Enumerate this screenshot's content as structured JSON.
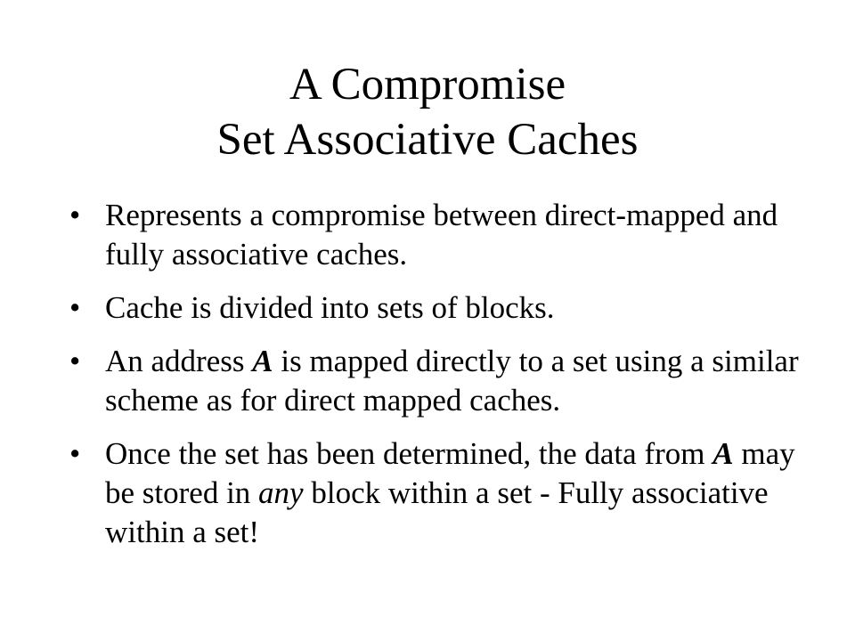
{
  "title": {
    "line1": "A Compromise",
    "line2": "Set Associative Caches"
  },
  "bullet_glyph": "•",
  "bullets": [
    {
      "text": "Represents a compromise between direct-mapped and fully associative caches."
    },
    {
      "text": "Cache is divided into sets of blocks."
    },
    {
      "part1": "An address ",
      "var": "A",
      "part2": " is mapped directly to a set using a similar scheme as for direct mapped caches."
    },
    {
      "part1": "Once the set has been determined, the data from ",
      "var": "A",
      "part2": " may be stored in ",
      "emph": "any",
      "part3": " block within a set - Fully associative within a set!"
    }
  ]
}
